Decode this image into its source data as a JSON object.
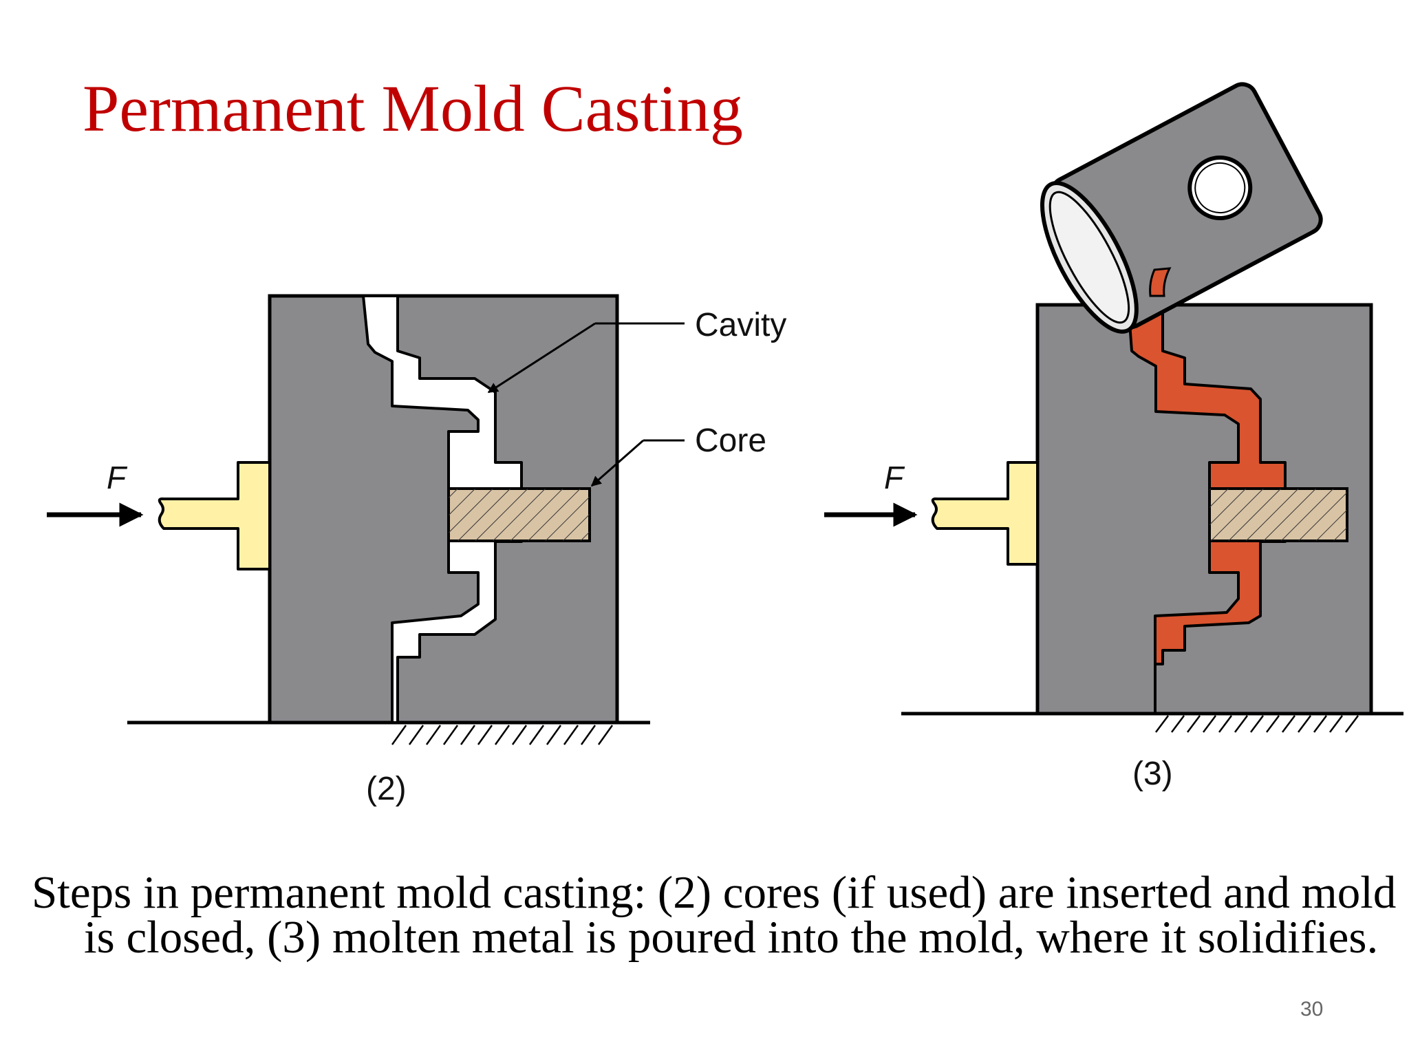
{
  "slide": {
    "title": "Permanent Mold Casting",
    "caption": "Steps in permanent mold casting: (2) cores (if used) are inserted and mold is closed, (3) molten metal is poured into the mold, where it solidifies.",
    "page_number": "30"
  },
  "diagram_left": {
    "force_label": "F",
    "step_label": "(2)",
    "callouts": {
      "cavity": "Cavity",
      "core": "Core"
    }
  },
  "diagram_right": {
    "force_label": "F",
    "step_label": "(3)"
  },
  "colors": {
    "title": "#c00000",
    "mold": "#8a8a8d",
    "ejector_pin": "#fff1a6",
    "core": "#d8c3a5",
    "molten_metal": "#d9542f",
    "ladle": "#8a8a8d"
  }
}
